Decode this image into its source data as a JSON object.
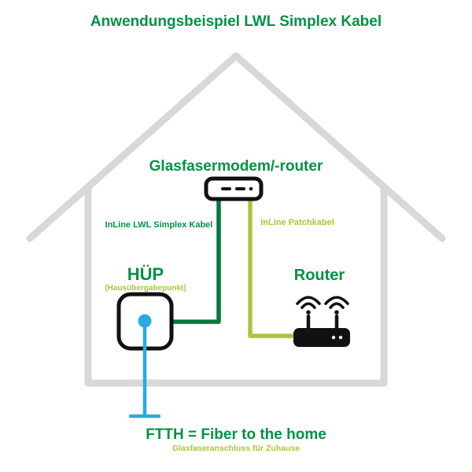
{
  "header": {
    "title": "Anwendungsbeispiel LWL Simplex Kabel"
  },
  "diagram": {
    "modem_label": "Glasfasermodem/-router",
    "fiber_cable_label": "InLine LWL Simplex Kabel",
    "patch_cable_label": "InLine Patchkabel",
    "huep_label": "HÜP",
    "huep_sublabel": "(Hausübergabepunkt)",
    "router_label": "Router",
    "footer_label": "FTTH = Fiber to the home",
    "footer_sublabel": "Glasfaseranschluss für Zuhause"
  },
  "colors": {
    "green": "#009245",
    "lime": "#a8c63e",
    "blue": "#29abe2",
    "house_gray": "#d8d8d8",
    "device_black": "#111111",
    "fiber_cable_green": "#007a3d"
  }
}
